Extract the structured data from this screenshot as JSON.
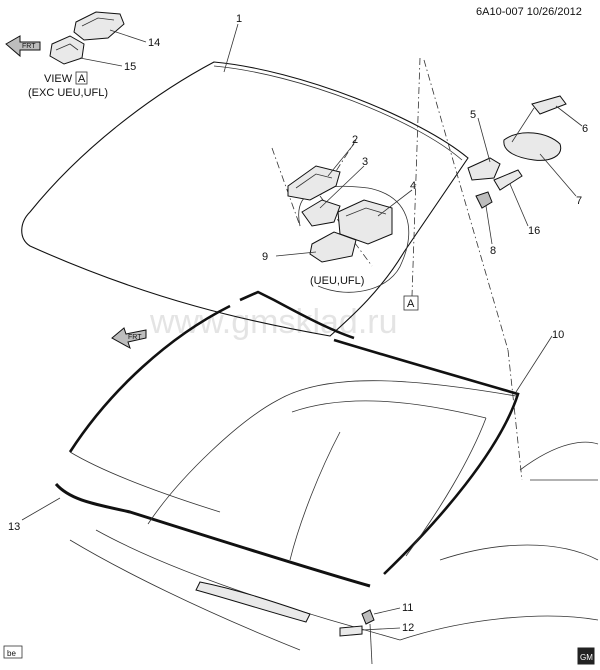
{
  "header": {
    "ref": "6A10-007  10/26/2012"
  },
  "watermark": "www.gmsklad.ru",
  "view_label": {
    "word": "VIEW",
    "letter": "A",
    "sub": "(EXC UEU,UFL)"
  },
  "inset_label": "(UEU,UFL)",
  "view_marker": "A",
  "front_arrow_text": "FRT",
  "callouts": [
    "1",
    "2",
    "3",
    "4",
    "5",
    "6",
    "7",
    "8",
    "9",
    "10",
    "11",
    "12",
    "13",
    "14",
    "15",
    "16"
  ],
  "corner_tag": "be",
  "logo_text": "GM",
  "colors": {
    "line": "#111111",
    "part_fill": "#e9e9e9",
    "watermark": "#cfcfcf"
  }
}
